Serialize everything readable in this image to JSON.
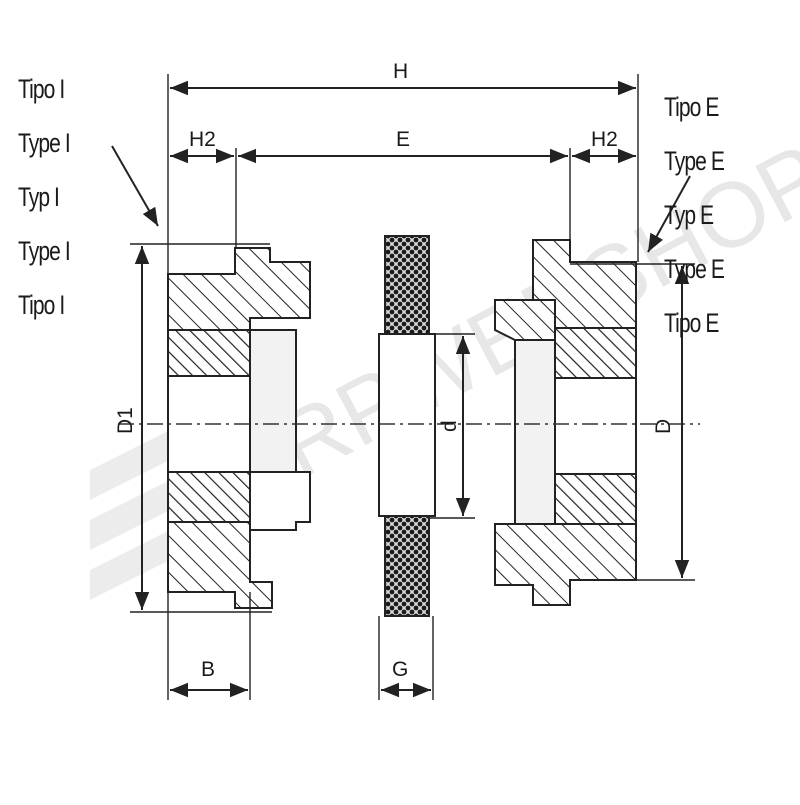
{
  "labels_left": [
    "Tipo I",
    "Type I",
    "Typ I",
    "Type I",
    "Tipo I"
  ],
  "labels_right": [
    "Tipo E",
    "Type E",
    "Typ E",
    "Type E",
    "Tipo E"
  ],
  "dimensions": {
    "H": "H",
    "H2_left": "H2",
    "E": "E",
    "H2_right": "H2",
    "B": "B",
    "G": "G",
    "D1": "D1",
    "d": "d",
    "D": "D"
  },
  "watermark": "RPWERSHOP",
  "colors": {
    "line": "#222222",
    "web": "#f2f2f2",
    "mesh": "#d9d9d9"
  }
}
